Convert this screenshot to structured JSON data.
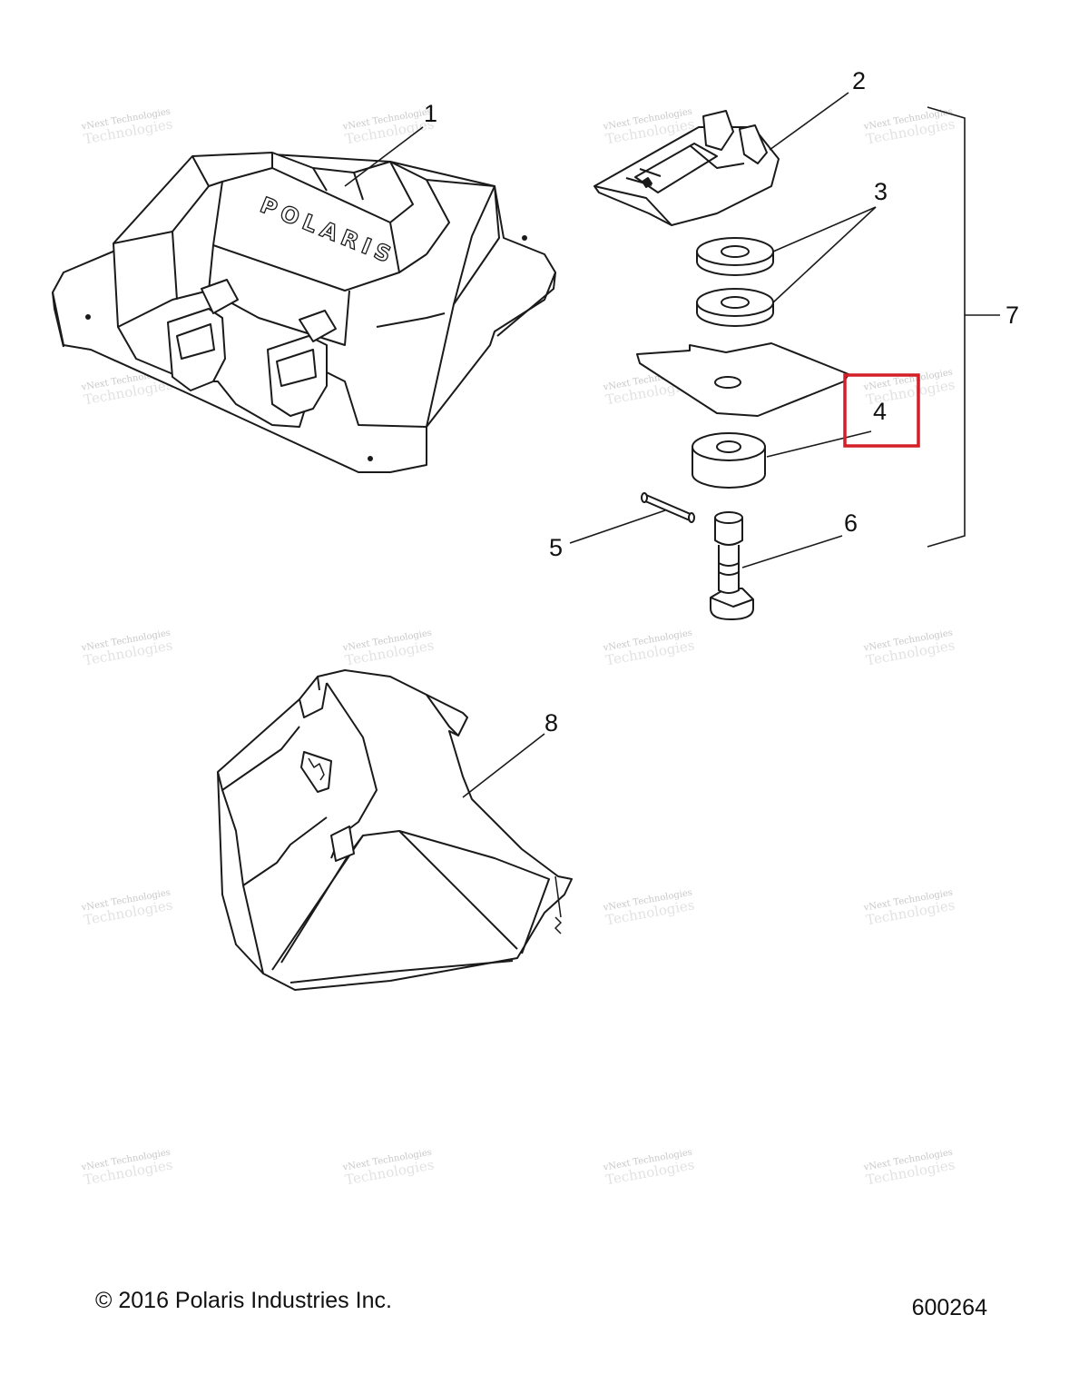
{
  "diagram": {
    "callouts": [
      "1",
      "2",
      "3",
      "4",
      "5",
      "6",
      "7",
      "8"
    ],
    "highlight_color": "#d41f26",
    "line_color": "#1a1a1a",
    "part_fill": "#ffffff",
    "watermark": {
      "line1": "vNext Technologies",
      "line2": "Technologies",
      "color": "#c9c9c9"
    },
    "brand_mark": "POLARIS"
  },
  "footer": {
    "copyright": "© 2016 Polaris Industries Inc.",
    "ref_number": "600264"
  }
}
